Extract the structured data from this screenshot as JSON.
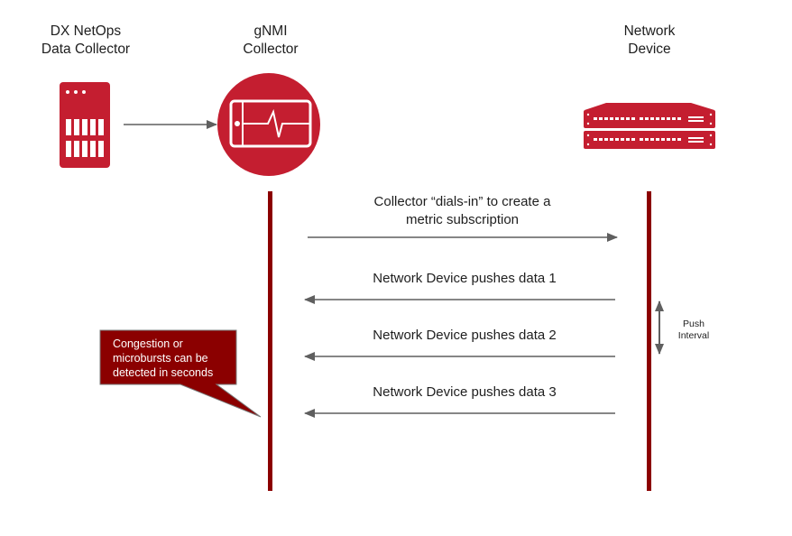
{
  "participants": [
    {
      "id": "dx-netops",
      "label_line1": "DX NetOps",
      "label_line2": "Data Collector",
      "icon": "server-icon"
    },
    {
      "id": "gnmi",
      "label_line1": "gNMI",
      "label_line2": "Collector",
      "icon": "monitor-pulse-icon"
    },
    {
      "id": "device",
      "label_line1": "Network",
      "label_line2": "Device",
      "icon": "network-switch-icon"
    }
  ],
  "messages": [
    {
      "from": "gnmi",
      "to": "device",
      "line1": "Collector “dials-in” to create a",
      "line2": "metric subscription"
    },
    {
      "from": "device",
      "to": "gnmi",
      "line1": "Network Device pushes data 1"
    },
    {
      "from": "device",
      "to": "gnmi",
      "line1": "Network Device pushes data 2"
    },
    {
      "from": "device",
      "to": "gnmi",
      "line1": "Network Device pushes data 3"
    }
  ],
  "push_interval": {
    "line1": "Push",
    "line2": "Interval"
  },
  "callout": {
    "line1": "Congestion or",
    "line2": "microbursts can be",
    "line3": "detected in seconds"
  },
  "colors": {
    "brand_red": "#c41e30",
    "lifeline": "#8b0000",
    "callout_fill": "#8b0000",
    "arrow": "#5f5f5f"
  }
}
